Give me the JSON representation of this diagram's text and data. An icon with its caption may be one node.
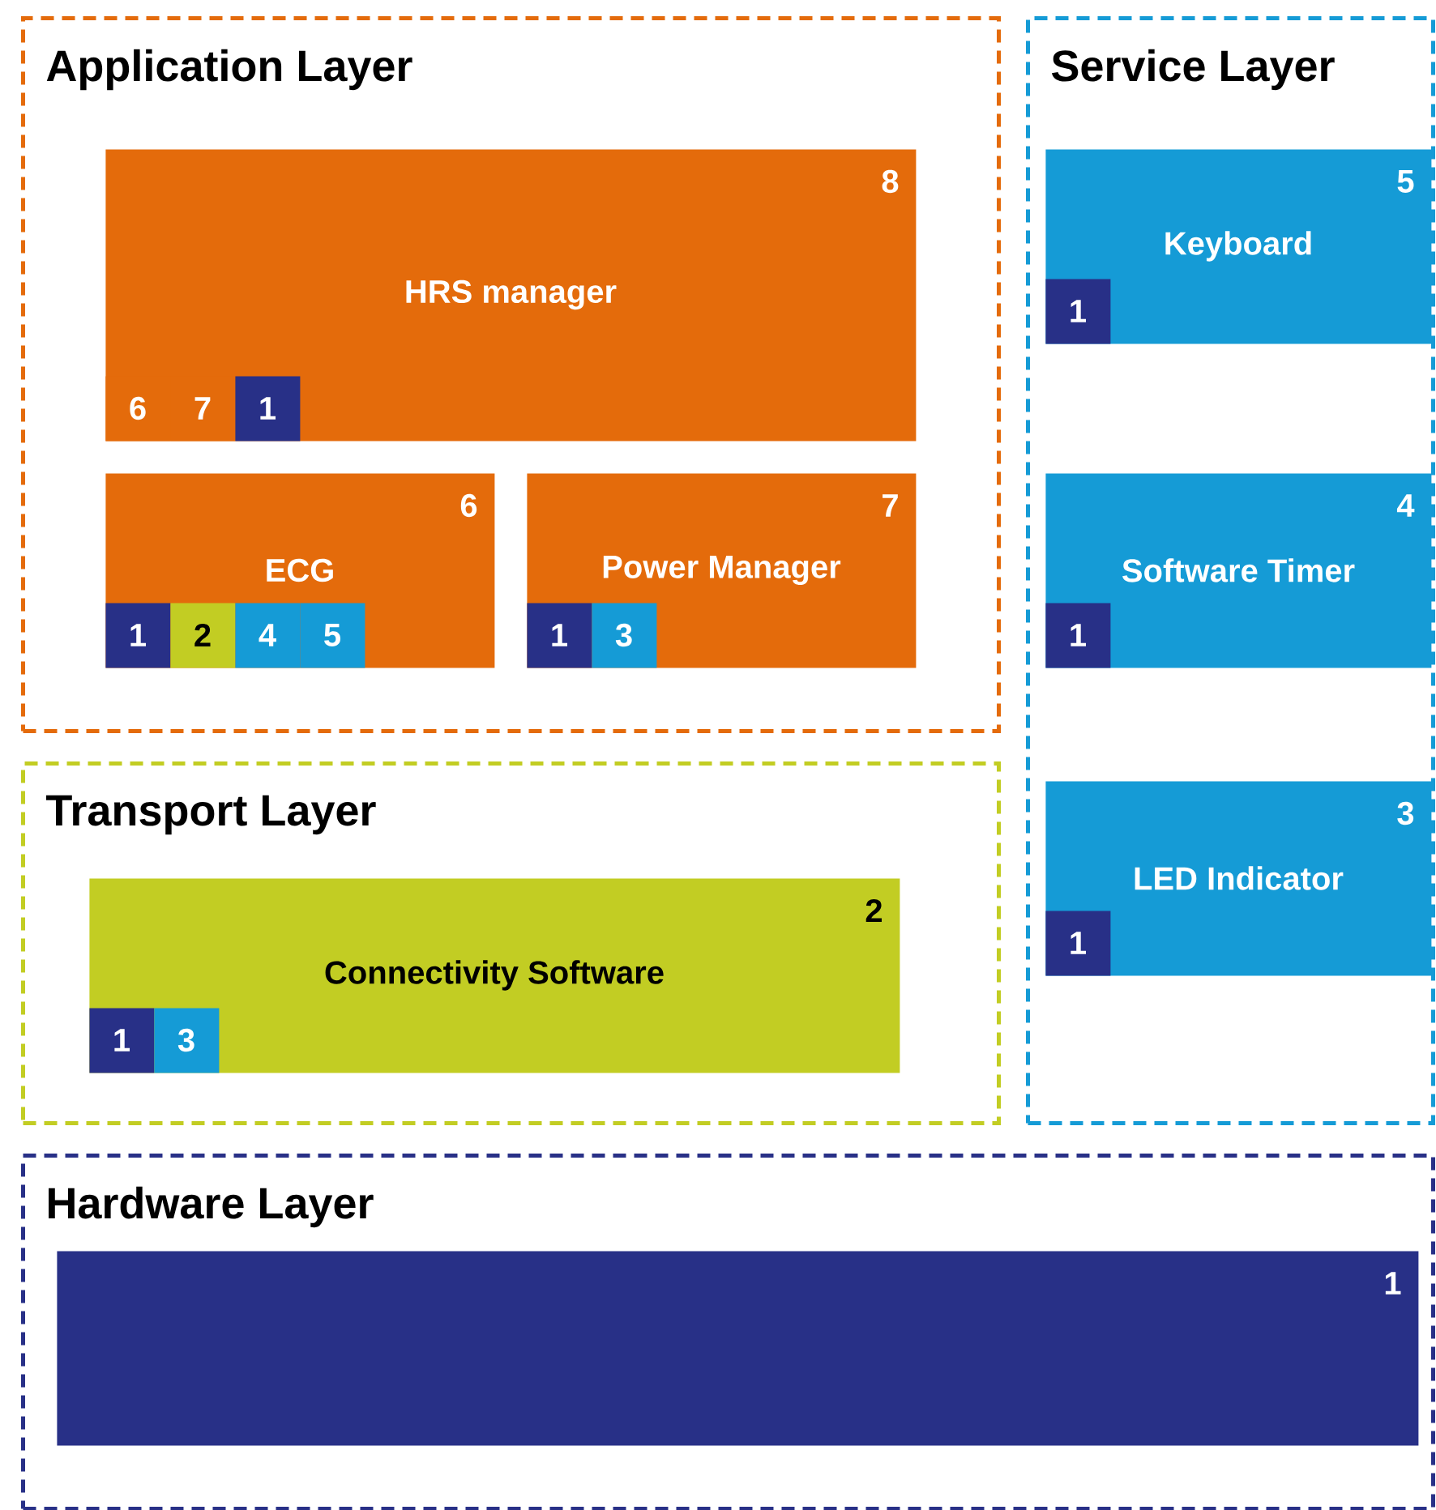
{
  "diagram": {
    "nodes": [
      {
        "text": [
          "Application Layer"
        ]
      },
      {
        "text": [
          "HRS manager",
          "8"
        ],
        "in": 0
      },
      {
        "text": [
          "6"
        ],
        "in": 1
      },
      {
        "text": [
          "7"
        ],
        "in": 1
      },
      {
        "text": [
          "1"
        ],
        "in": 1
      },
      {
        "text": [
          "ECG",
          "6"
        ],
        "in": 0
      },
      {
        "text": [
          "1"
        ],
        "in": 5
      },
      {
        "text": [
          "2"
        ],
        "in": 5
      },
      {
        "text": [
          "4"
        ],
        "in": 5
      },
      {
        "text": [
          "5"
        ],
        "in": 5
      },
      {
        "text": [
          "Power Manager",
          "7"
        ],
        "in": 0
      },
      {
        "text": [
          "1"
        ],
        "in": 10
      },
      {
        "text": [
          "3"
        ],
        "in": 10
      },
      {
        "text": [
          "Transport Layer"
        ]
      },
      {
        "text": [
          "Connectivity Software",
          "2"
        ],
        "in": 13
      },
      {
        "text": [
          "1"
        ],
        "in": 14
      },
      {
        "text": [
          "3"
        ],
        "in": 14
      },
      {
        "text": [
          "Service Layer"
        ]
      },
      {
        "text": [
          "Keyboard",
          "5"
        ],
        "in": 17
      },
      {
        "text": [
          "1"
        ],
        "in": 18
      },
      {
        "text": [
          "Software Timer",
          "4"
        ],
        "in": 17
      },
      {
        "text": [
          "1"
        ],
        "in": 20
      },
      {
        "text": [
          "LED Indicator",
          "3"
        ],
        "in": 17
      },
      {
        "text": [
          "1"
        ],
        "in": 22
      },
      {
        "text": [
          "Hardware Layer"
        ]
      },
      {
        "text": [
          "1"
        ],
        "in": 24
      }
    ]
  }
}
